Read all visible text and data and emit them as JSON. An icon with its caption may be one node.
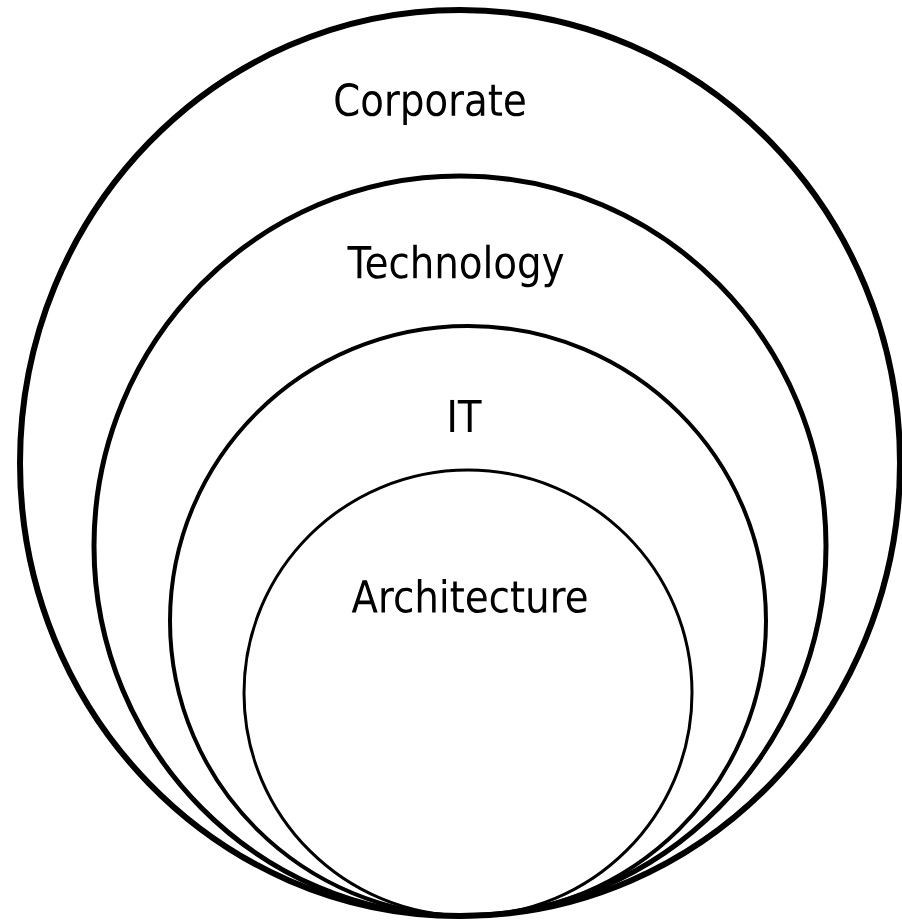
{
  "diagram": {
    "nodes": [
      {
        "text": [
          "Corporate"
        ]
      },
      {
        "text": [
          "Technology"
        ],
        "in": 0
      },
      {
        "text": [
          "IT"
        ],
        "in": 1
      },
      {
        "text": [
          "Architecture"
        ],
        "in": 2
      }
    ]
  }
}
